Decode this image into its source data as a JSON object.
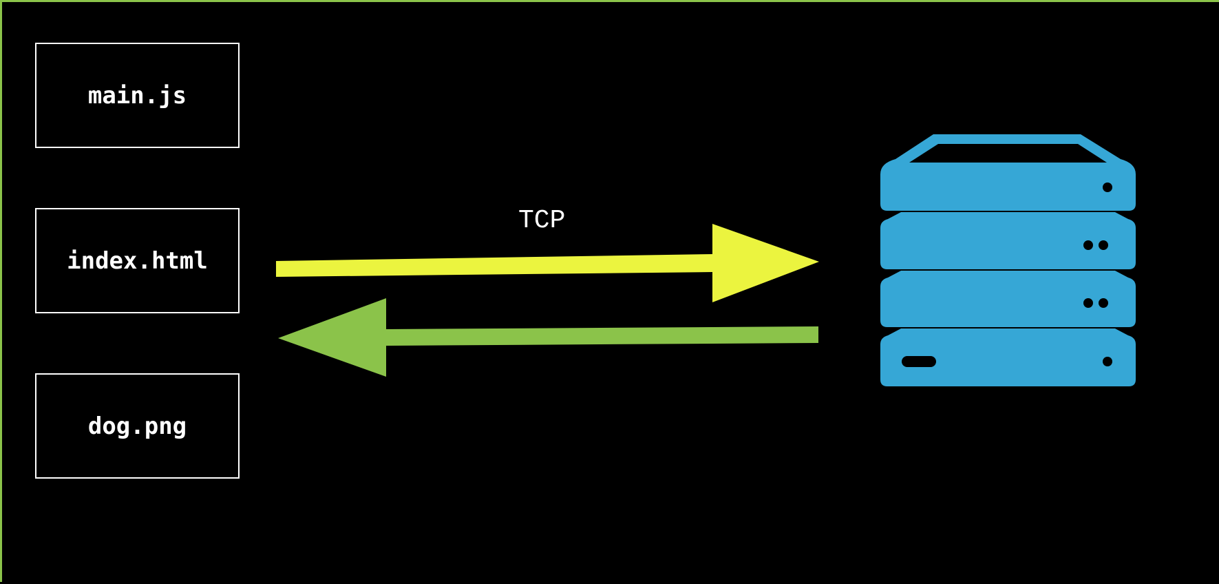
{
  "files": [
    {
      "name": "main.js"
    },
    {
      "name": "index.html"
    },
    {
      "name": "dog.png"
    }
  ],
  "connection": {
    "label": "TCP"
  },
  "colors": {
    "background": "#000000",
    "frame_border": "#8bc34a",
    "request_arrow": "#ebf43f",
    "response_arrow": "#8bc34a",
    "server": "#36a7d6",
    "box_border": "#ffffff",
    "text": "#ffffff"
  },
  "icons": {
    "server": "server-rack-icon"
  }
}
